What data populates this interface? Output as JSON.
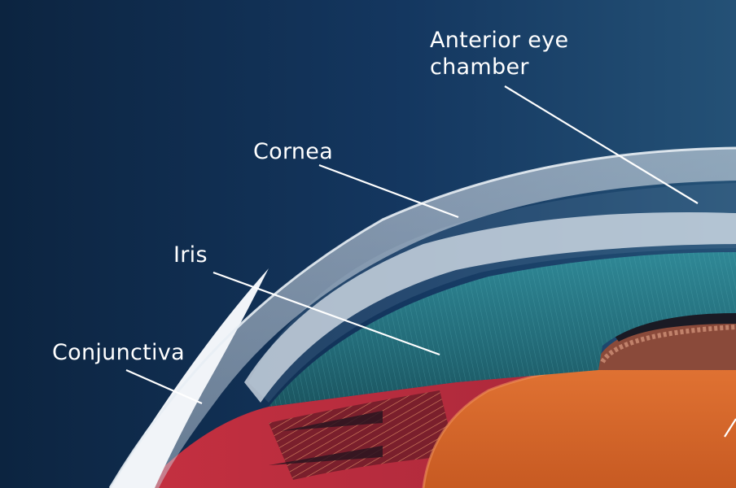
{
  "labels": {
    "anterior_chamber": {
      "line1": "Anterior eye",
      "line2": "chamber"
    },
    "cornea": "Cornea",
    "iris": "Iris",
    "conjunctiva": "Conjunctiva"
  },
  "colors": {
    "background_dark": "#0d2542",
    "background_light": "#1f4a70",
    "iris": "#2b7a86",
    "sclera_red": "#b8303d",
    "lens_orange": "#d8682a",
    "cornea_white": "#e8eef4",
    "label_text": "#ffffff"
  }
}
